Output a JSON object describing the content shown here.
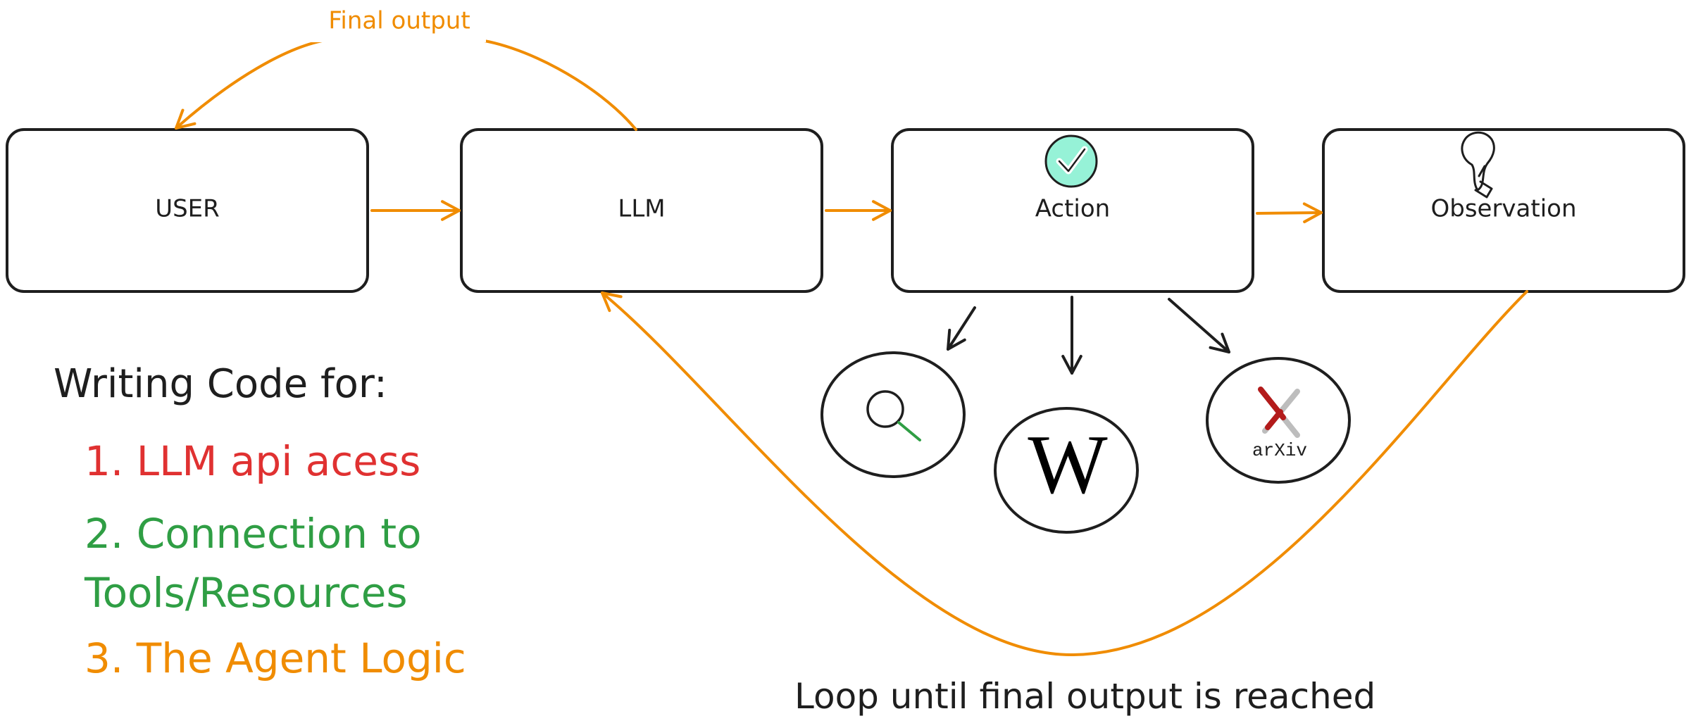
{
  "colors": {
    "ink": "#1e1e1e",
    "arrow": "#f08c00",
    "item1": "#e03131",
    "item2": "#2f9e44",
    "item3": "#f08c00",
    "check_fill": "#96f2d7",
    "search_handle": "#2f9e44",
    "arxiv_red": "#b31b1b",
    "arxiv_gray": "#bdbdbd"
  },
  "nodes": {
    "user": "USER",
    "llm": "LLM",
    "action": "Action",
    "observation": "Observation"
  },
  "edges": {
    "final_output_label": "Final output"
  },
  "tools": {
    "search_icon": "search-icon",
    "wikipedia_letter": "W",
    "arxiv_label": "arXiv"
  },
  "notes": {
    "heading": "Writing Code for:",
    "item1": "1. LLM api acess",
    "item2_line1": "2. Connection to",
    "item2_line2": "Tools/Resources",
    "item3": "3. The Agent Logic"
  },
  "caption": "Loop until final output is reached"
}
